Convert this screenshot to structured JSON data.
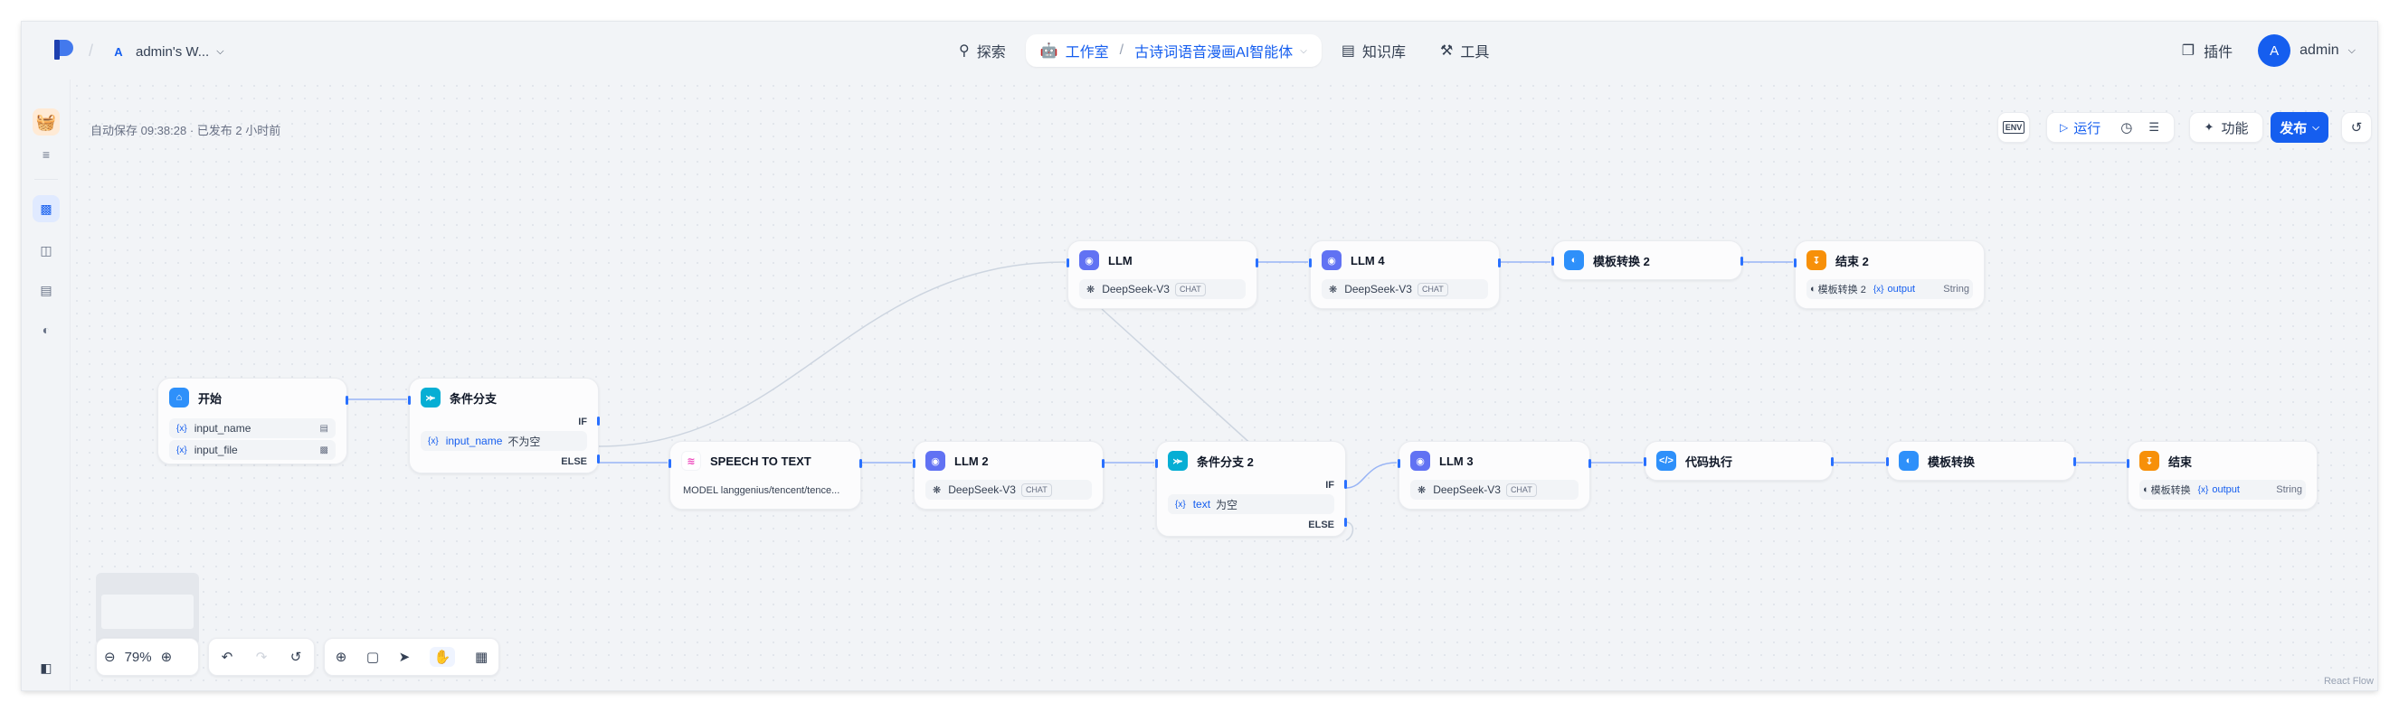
{
  "header": {
    "workspace": "admin's W...",
    "workspace_initial": "A",
    "nav": [
      {
        "label": "探索",
        "icon": "explore-icon"
      },
      {
        "label": "工作室",
        "icon": "robot-icon"
      },
      {
        "label": "知识库",
        "icon": "book-icon"
      },
      {
        "label": "工具",
        "icon": "tools-icon"
      }
    ],
    "app_name": "古诗词语音漫画AI智能体",
    "plugins_label": "插件",
    "user_initial": "A",
    "user_name": "admin"
  },
  "canvas": {
    "autosave": "自动保存 09:38:28 · 已发布 2 小时前",
    "env_label": "ENV",
    "run_label": "运行",
    "features_label": "功能",
    "publish_label": "发布",
    "zoom": "79%",
    "react_flow": "React Flow"
  },
  "nodes": {
    "start": {
      "title": "开始",
      "vars": [
        "input_name",
        "input_file"
      ]
    },
    "if1": {
      "title": "条件分支",
      "if": "IF",
      "else": "ELSE",
      "cond_var": "input_name",
      "cond_op": "不为空"
    },
    "stt": {
      "title": "SPEECH TO TEXT",
      "model": "MODEL langgenius/tencent/tence..."
    },
    "llm2": {
      "title": "LLM 2",
      "model": "DeepSeek-V3",
      "mode": "CHAT"
    },
    "if2": {
      "title": "条件分支 2",
      "if": "IF",
      "else": "ELSE",
      "cond_var": "text",
      "cond_op": "为空"
    },
    "llm3": {
      "title": "LLM 3",
      "model": "DeepSeek-V3",
      "mode": "CHAT"
    },
    "code": {
      "title": "代码执行"
    },
    "tpl": {
      "title": "模板转换"
    },
    "end": {
      "title": "结束",
      "src": "模板转换",
      "var": "output",
      "type": "String"
    },
    "llm": {
      "title": "LLM",
      "model": "DeepSeek-V3",
      "mode": "CHAT"
    },
    "llm4": {
      "title": "LLM 4",
      "model": "DeepSeek-V3",
      "mode": "CHAT"
    },
    "tpl2": {
      "title": "模板转换 2"
    },
    "end2": {
      "title": "结束 2",
      "src": "模板转换 2",
      "var": "output",
      "type": "String"
    }
  }
}
